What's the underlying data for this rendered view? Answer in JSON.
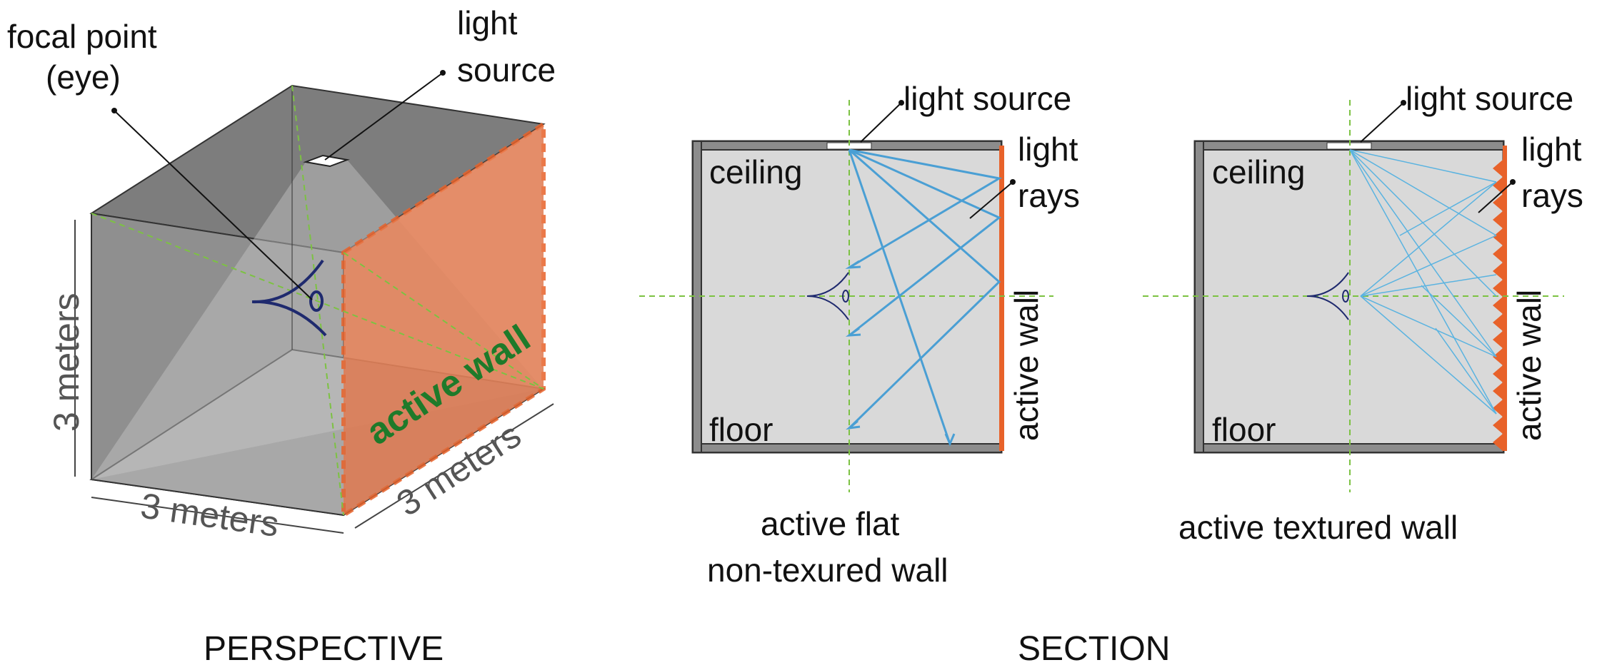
{
  "perspective": {
    "focal_point_line1": "focal point",
    "focal_point_line2": "(eye)",
    "light_source_line1": "light",
    "light_source_line2": "source",
    "active_wall": "active wall",
    "dim_height": "3 meters",
    "dim_width": "3 meters",
    "dim_depth": "3 meters",
    "caption": "PERSPECTIVE"
  },
  "section_flat": {
    "light_source": "light source",
    "ceiling": "ceiling",
    "floor": "floor",
    "light_rays_line1": "light",
    "light_rays_line2": "rays",
    "active_wall": "active wall",
    "caption_line1": "active flat",
    "caption_line2": "non-texured wall"
  },
  "section_textured": {
    "light_source": "light source",
    "ceiling": "ceiling",
    "floor": "floor",
    "light_rays_line1": "light",
    "light_rays_line2": "rays",
    "active_wall": "active wall",
    "caption": "active textured wall"
  },
  "section_caption": "SECTION",
  "colors": {
    "active_wall": "#e8622a",
    "ray": "#4a9fd4",
    "guide": "#7cc242",
    "eye": "#1f2a6e",
    "room_fill": "#d9d9d9",
    "wall_gray": "#8c8c8c"
  }
}
